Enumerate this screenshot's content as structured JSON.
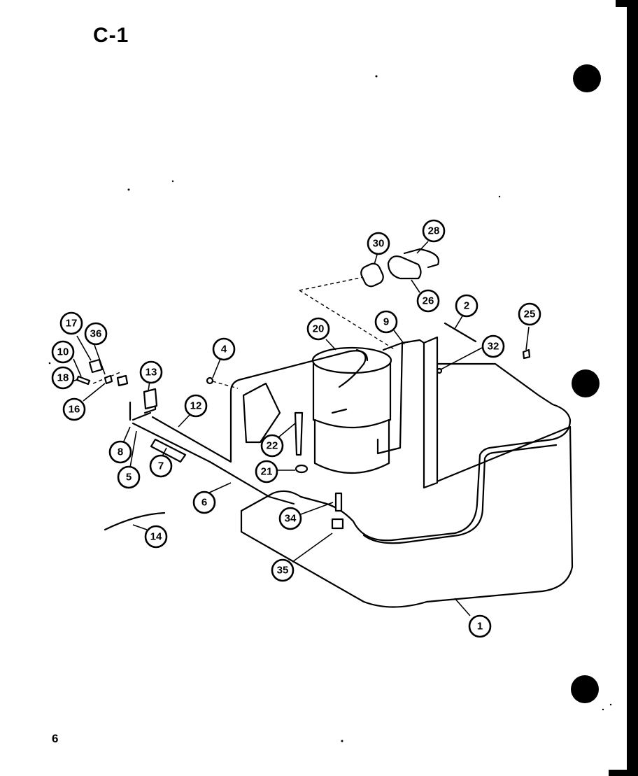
{
  "page": {
    "title": "C-1",
    "page_number": "6"
  },
  "callouts": [
    {
      "id": "1",
      "label": "1"
    },
    {
      "id": "2",
      "label": "2"
    },
    {
      "id": "4",
      "label": "4"
    },
    {
      "id": "5",
      "label": "5"
    },
    {
      "id": "6",
      "label": "6"
    },
    {
      "id": "7",
      "label": "7"
    },
    {
      "id": "8a",
      "label": "8"
    },
    {
      "id": "9",
      "label": "9"
    },
    {
      "id": "10",
      "label": "10"
    },
    {
      "id": "12",
      "label": "12"
    },
    {
      "id": "13",
      "label": "13"
    },
    {
      "id": "14",
      "label": "14"
    },
    {
      "id": "16",
      "label": "16"
    },
    {
      "id": "17",
      "label": "17"
    },
    {
      "id": "18",
      "label": "18"
    },
    {
      "id": "20",
      "label": "20"
    },
    {
      "id": "21",
      "label": "21"
    },
    {
      "id": "22",
      "label": "22"
    },
    {
      "id": "25",
      "label": "25"
    },
    {
      "id": "26",
      "label": "26"
    },
    {
      "id": "28",
      "label": "28"
    },
    {
      "id": "30",
      "label": "30"
    },
    {
      "id": "32",
      "label": "32"
    },
    {
      "id": "34",
      "label": "34"
    },
    {
      "id": "35",
      "label": "35"
    },
    {
      "id": "36",
      "label": "36"
    }
  ],
  "colors": {
    "ink": "#000000",
    "paper": "#ffffff"
  }
}
